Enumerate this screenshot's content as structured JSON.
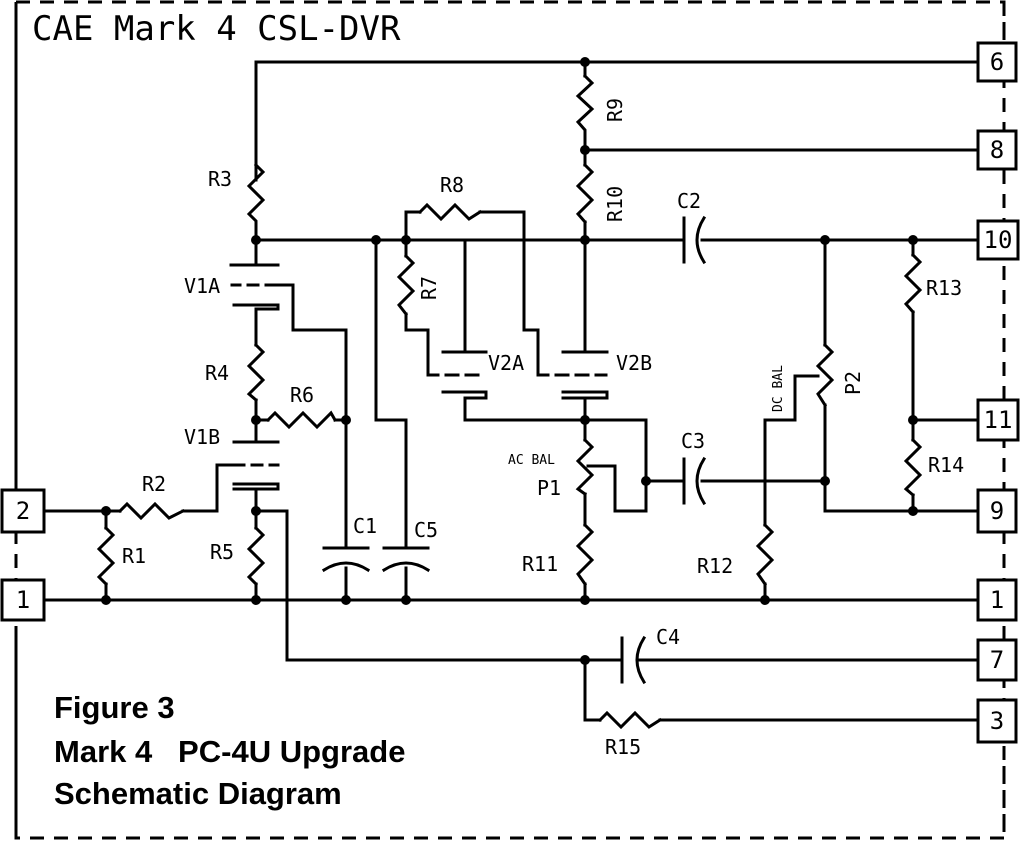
{
  "title": "CAE Mark 4 CSL-DVR",
  "caption": {
    "line1": "Figure 3",
    "line2": "Mark 4   PC-4U Upgrade",
    "line3": "Schematic Diagram"
  },
  "terminals": [
    "6",
    "8",
    "10",
    "11",
    "9",
    "1",
    "7",
    "3",
    "2",
    "1"
  ],
  "components": {
    "resistors": [
      "R1",
      "R2",
      "R3",
      "R4",
      "R5",
      "R6",
      "R7",
      "R8",
      "R9",
      "R10",
      "R11",
      "R12",
      "R13",
      "R14",
      "R15"
    ],
    "capacitors": [
      "C1",
      "C2",
      "C3",
      "C4",
      "C5"
    ],
    "potentiometers": [
      "P1",
      "P2"
    ],
    "tubes": [
      "V1A",
      "V1B",
      "V2A",
      "V2B"
    ]
  },
  "annotations": {
    "p1_note": "AC BAL",
    "p2_note": "DC BAL"
  }
}
